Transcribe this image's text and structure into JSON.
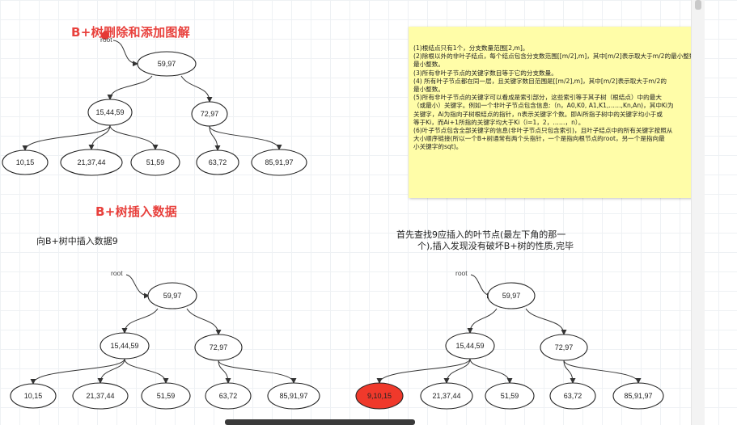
{
  "titles": {
    "delete_add": "B+树删除和添加图解",
    "insert": "B+树插入数据"
  },
  "captions": {
    "insert_9": "向B+树中插入数据9",
    "step_line1": "首先查找9应插入的叶节点(最左下角的那一",
    "step_line2": "个),插入发现没有破坏B+树的性质,完毕"
  },
  "root_label": "root",
  "notes": [
    "(1)根结点只有1个，分支数量范围[2,m]。",
    "(2)除根以外的非叶子结点，每个结点包含分支数范围[[m/2],m]，其中[m/2]表示取大于m/2的最小整数。",
    "最小整数。",
    "(3)所有非叶子节点的关键字数目等于它的分支数量。",
    "(4) 所有叶子节点都在同一层，且关键字数目范围是[[m/2],m]，其中[m/2]表示取大于m/2的",
    "最小整数。",
    "(5)所有非叶子节点的关键字可以看成是索引部分，这些索引等于其子树（根结点）中的最大",
    "（或最小）关键字。例如一个非叶子节点包含信息:（n，A0,K0, A1,K1,……,Kn,An)，其中Ki为",
    "关键字，Ai为指向子树根结点的指针，n表示关键字个数。即Ai所指子树中的关键字均小于或",
    "等于Ki，而Ai+1所指的关键字均大于Ki（i=1，2，……，n）。",
    "(6)叶子节点包含全部关键字的信息(非叶子节点只包含索引)，且叶子结点中的所有关键字按照从",
    "大小顺序链接(所以一个B+树通常有两个头指针，一个是指向根节点的root，另一个是指向最",
    "小关键字的sqt)。"
  ],
  "trees": {
    "top": {
      "root": "59,97",
      "internal": [
        "15,44,59",
        "72,97"
      ],
      "leaves": [
        "10,15",
        "21,37,44",
        "51,59",
        "63,72",
        "85,91,97"
      ]
    },
    "bottom_left": {
      "root": "59,97",
      "internal": [
        "15,44,59",
        "72,97"
      ],
      "leaves": [
        "10,15",
        "21,37,44",
        "51,59",
        "63,72",
        "85,91,97"
      ]
    },
    "bottom_right": {
      "root": "59,97",
      "internal": [
        "15,44,59",
        "72,97"
      ],
      "leaves": [
        "9,10,15",
        "21,37,44",
        "51,59",
        "63,72",
        "85,91,97"
      ],
      "highlight_leaf": "9,10,15",
      "highlight_color": "#f0392b"
    }
  },
  "colors": {
    "title": "#e8413d",
    "note_bg": "#fffda8",
    "edge": "#333333",
    "node_fill": "#ffffff"
  }
}
